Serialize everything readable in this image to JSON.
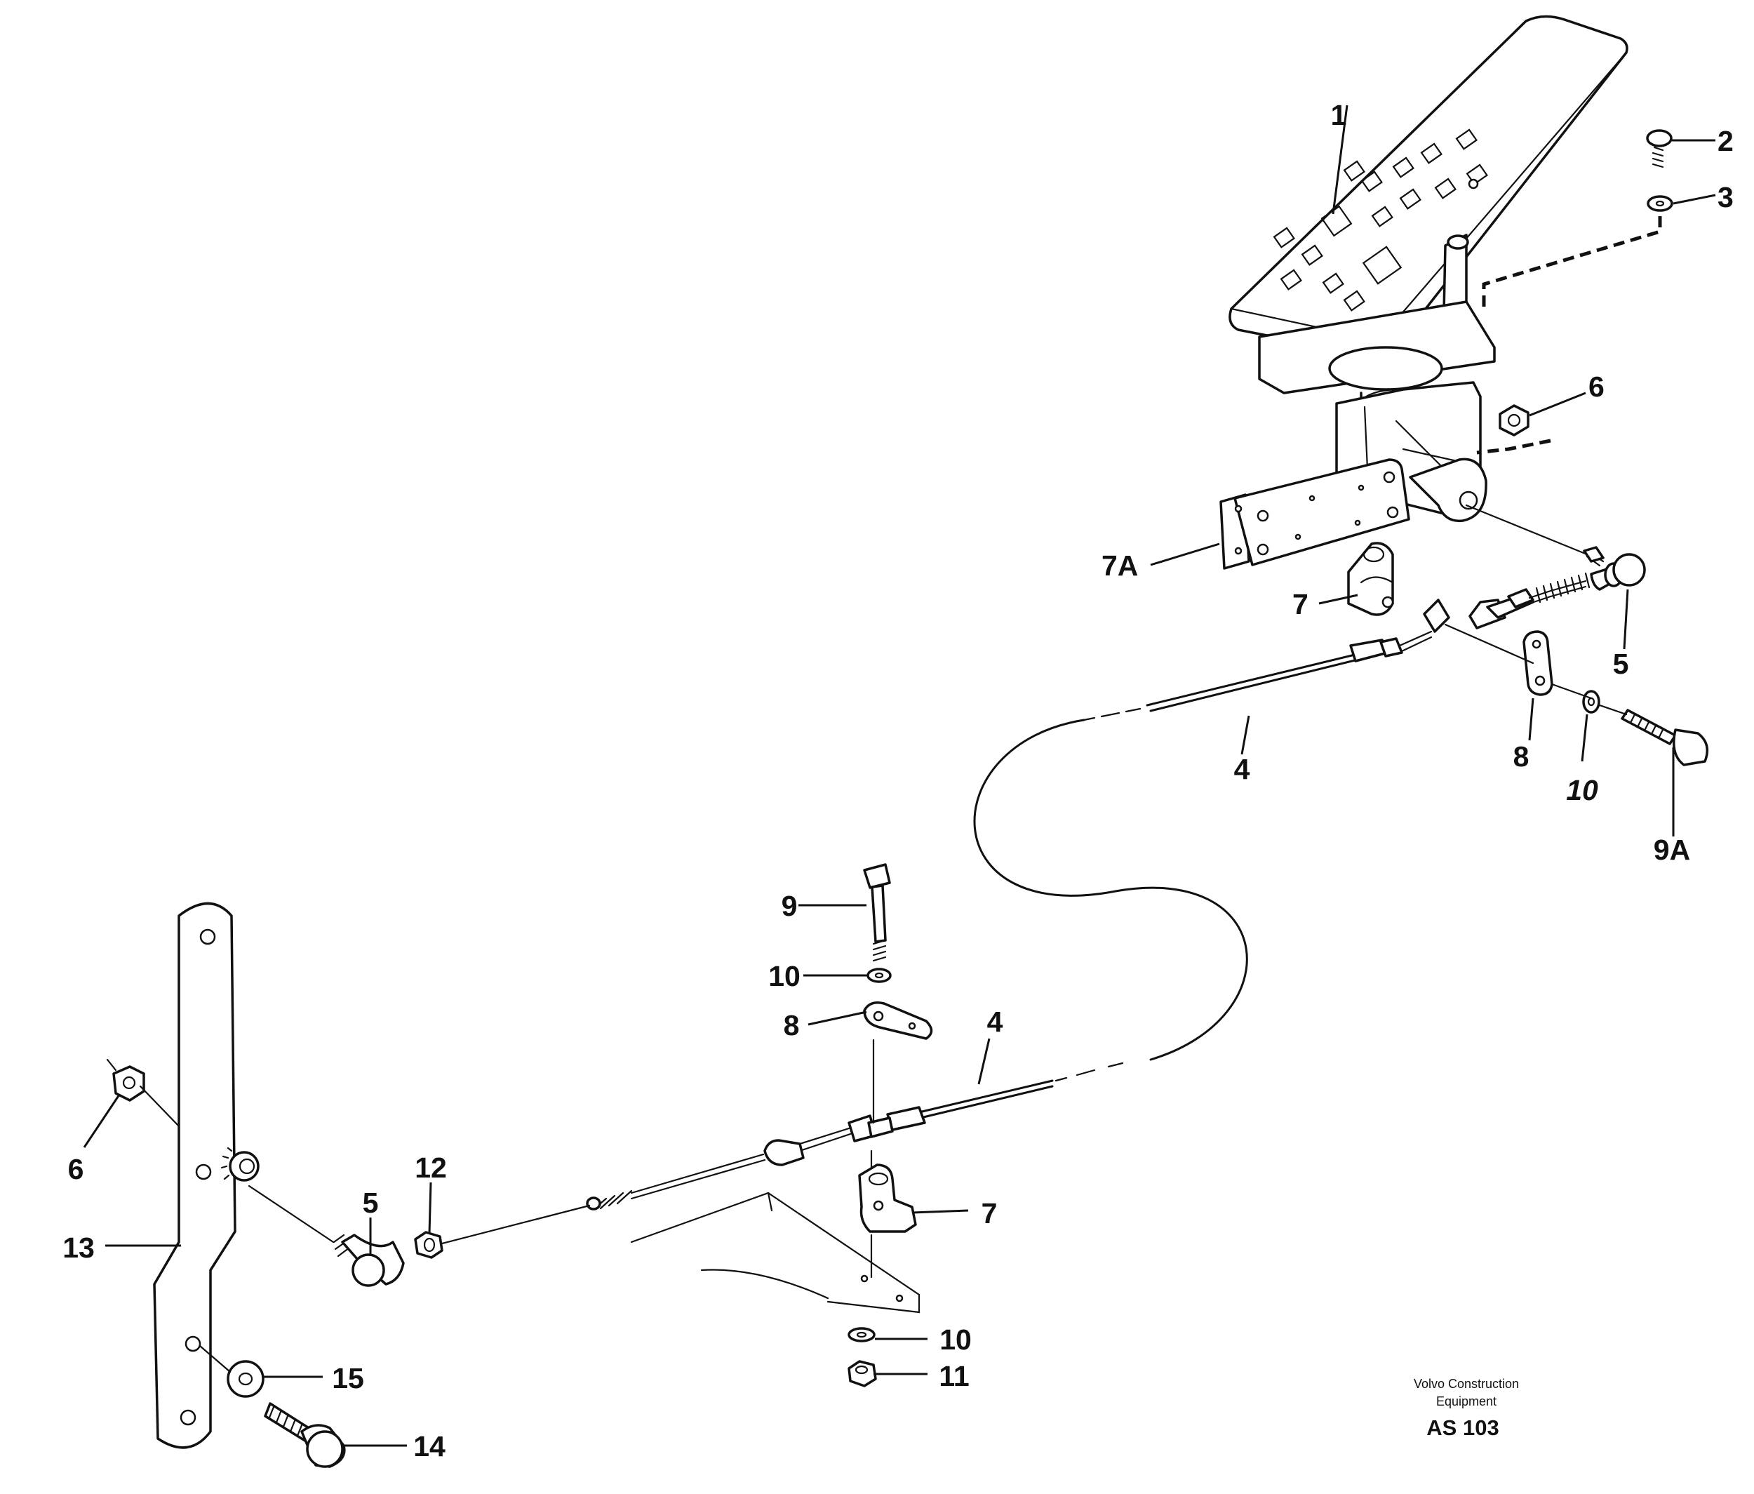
{
  "labels": {
    "p1": "1",
    "p2": "2",
    "p3": "3",
    "p4a": "4",
    "p4b": "4",
    "p5a": "5",
    "p5b": "5",
    "p6a": "6",
    "p6b": "6",
    "p7a": "7",
    "p7b": "7",
    "p7A": "7A",
    "p8a": "8",
    "p8b": "8",
    "p9": "9",
    "p9A": "9A",
    "p10a": "10",
    "p10b": "10",
    "p10c": "10",
    "p11": "11",
    "p12": "12",
    "p13": "13",
    "p14": "14",
    "p15": "15"
  },
  "footer": {
    "brand_line1": "Volvo Construction",
    "brand_line2": "Equipment",
    "figure_code": "AS 103"
  }
}
